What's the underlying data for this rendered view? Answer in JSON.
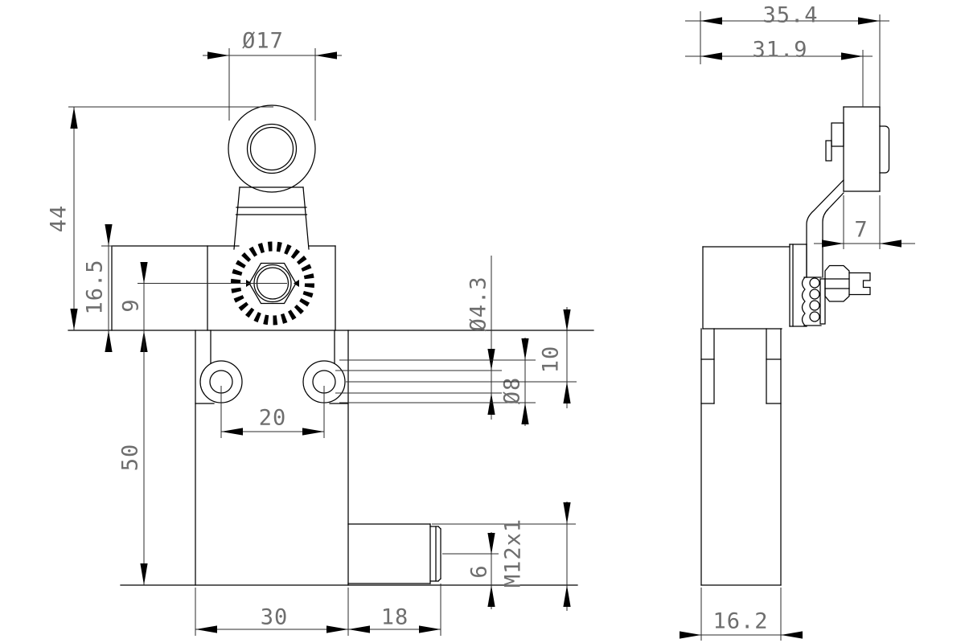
{
  "drawing": {
    "type": "technical-drawing",
    "description": "Two-view dimensioned drawing of a roller-lever limit switch",
    "colors": {
      "background": "#ffffff",
      "geometry_line": "#000000",
      "dimension_line": "#2b2b2b",
      "dimension_text": "#6e6e6e"
    },
    "views": {
      "front": {
        "dims": {
          "roller_d": "Ø17",
          "total_h": "44",
          "head_h": "16.5",
          "hub_off": "9",
          "body_h": "50",
          "hole_sp": "20",
          "body_w": "30",
          "conn_len": "18",
          "hole_d": "Ø4.3",
          "cbore_d": "Ø8",
          "hole_off": "10",
          "conn_off": "6",
          "thread": "M12x1"
        }
      },
      "side": {
        "dims": {
          "total_w": "35.4",
          "lever_c": "31.9",
          "bracket_w": "7",
          "depth": "16.2"
        }
      }
    }
  }
}
